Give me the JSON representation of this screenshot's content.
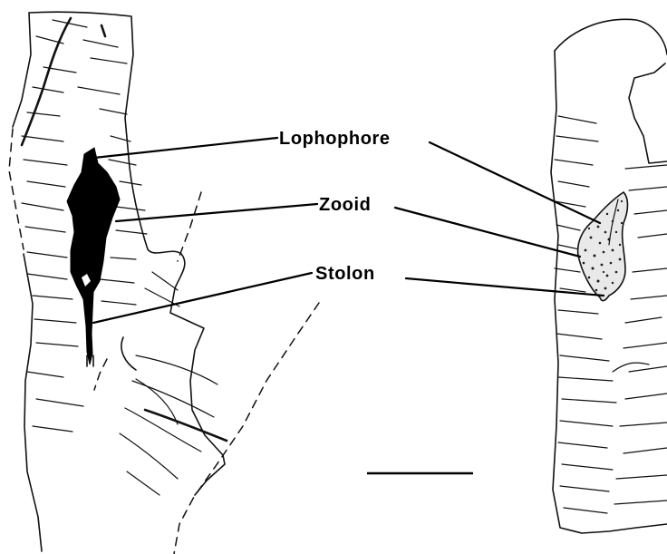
{
  "labels": {
    "lophophore": "Lophophore",
    "zooid": "Zooid",
    "stolon": "Stolon"
  },
  "colors": {
    "ink": "#111111",
    "paper": "#ffffff",
    "zooid_fill": "#000000"
  }
}
